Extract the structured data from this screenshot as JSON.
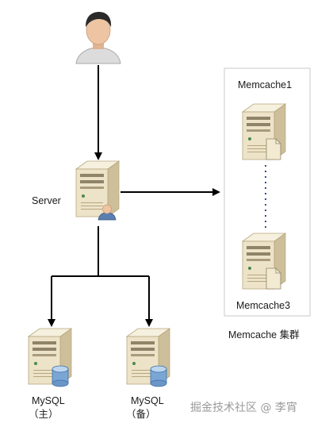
{
  "nodes": {
    "server": {
      "label": "Server"
    },
    "memcache_top": {
      "label": "Memcache1"
    },
    "memcache_bottom": {
      "label": "Memcache3"
    },
    "cluster": {
      "label": "Memcache 集群"
    },
    "mysql_master": {
      "label": "MySQL",
      "sublabel": "（主）"
    },
    "mysql_slave": {
      "label": "MySQL",
      "sublabel": "（备）"
    }
  },
  "watermark": "掘金技术社区 @ 李宵",
  "icons": {
    "user": "user-icon",
    "server": "server-icon",
    "memcache_server": "server-icon",
    "database_server": "database-server-icon"
  },
  "colors": {
    "arrow": "#000000",
    "cluster_border": "#c8c8c8",
    "dotted_link": "#3a4a8a",
    "server_body": "#ede3c8",
    "server_side": "#cdbf9a",
    "db_cylinder": "#7aa6d6"
  }
}
